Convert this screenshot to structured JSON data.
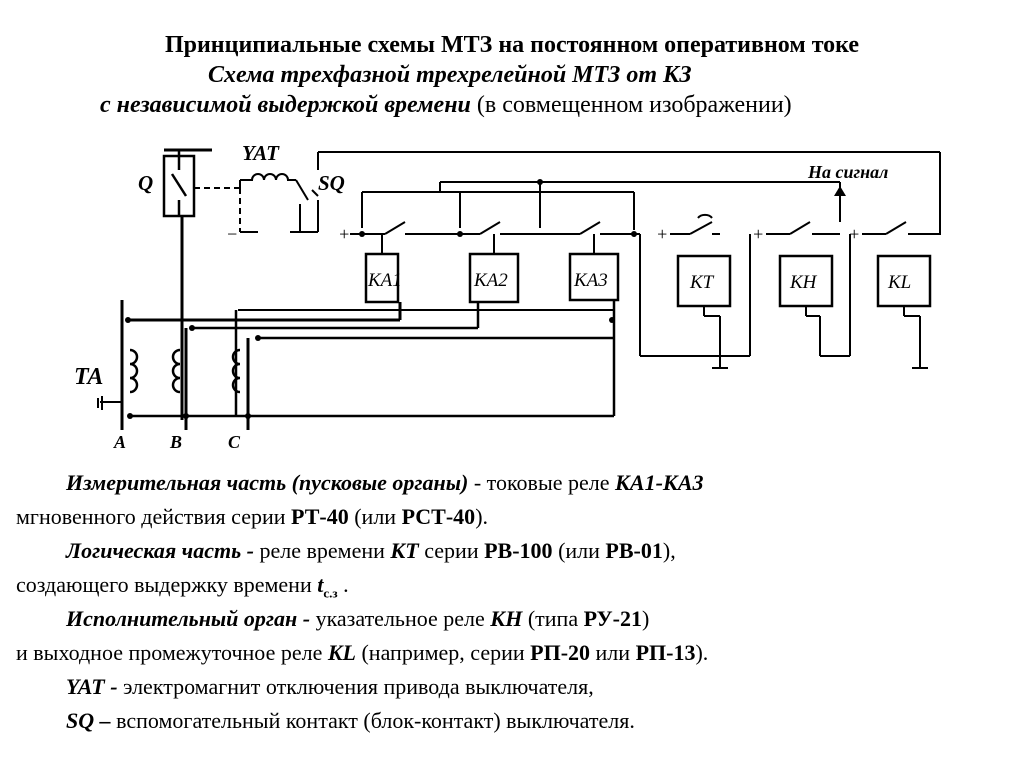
{
  "title": {
    "line1": "Принципиальные схемы МТЗ на постоянном оперативном токе",
    "line2": "Схема трехфазной трехрелейной МТЗ от КЗ",
    "line3_italic": "с независимой выдержкой времени",
    "line3_rest": " (в совмещенном изображении)"
  },
  "diagram": {
    "labels": {
      "Q": "Q",
      "YAT": "YAT",
      "SQ": "SQ",
      "TA": "TA",
      "A": "A",
      "B": "B",
      "C": "C",
      "signal": "На сигнал",
      "KA1": "KA1",
      "KA2": "KA2",
      "KA3": "KA3",
      "KT": "KT",
      "KH": "KH",
      "KL": "KL",
      "plus": "+",
      "minus": "−"
    }
  },
  "description": {
    "l1": {
      "a": "Измерительная часть (пусковые органы)",
      "b": " - токовые реле ",
      "c": "КА1-КА3"
    },
    "l2": {
      "a": "мгновенного  действия серии ",
      "b": "РТ-40",
      "c": " (или ",
      "d": "РСТ-40",
      "e": ")."
    },
    "l3": {
      "a": "Логическая часть -",
      "b": " реле времени ",
      "c": "КТ",
      "d": " серии ",
      "e": "РВ-100",
      "f": " (или ",
      "g": "РВ-01",
      "h": "),"
    },
    "l4": {
      "a": "создающего выдержку времени ",
      "b": "t",
      "c": "с.з",
      "d": " ."
    },
    "l5": {
      "a": "Исполнительный орган -",
      "b": " указательное реле ",
      "c": "КН",
      "d": "  (типа ",
      "e": "РУ-21",
      "f": ")"
    },
    "l6": {
      "a": " и выходное промежуточное реле ",
      "b": "KL",
      "c": " (например, серии ",
      "d": "РП-20",
      "e": " или ",
      "f": "РП-13",
      "g": ")."
    },
    "l7": {
      "a": "YAT -",
      "b": " электромагнит отключения привода выключателя,"
    },
    "l8": {
      "a": "SQ –",
      "b": " вспомогательный контакт (блок-контакт) выключателя."
    }
  }
}
